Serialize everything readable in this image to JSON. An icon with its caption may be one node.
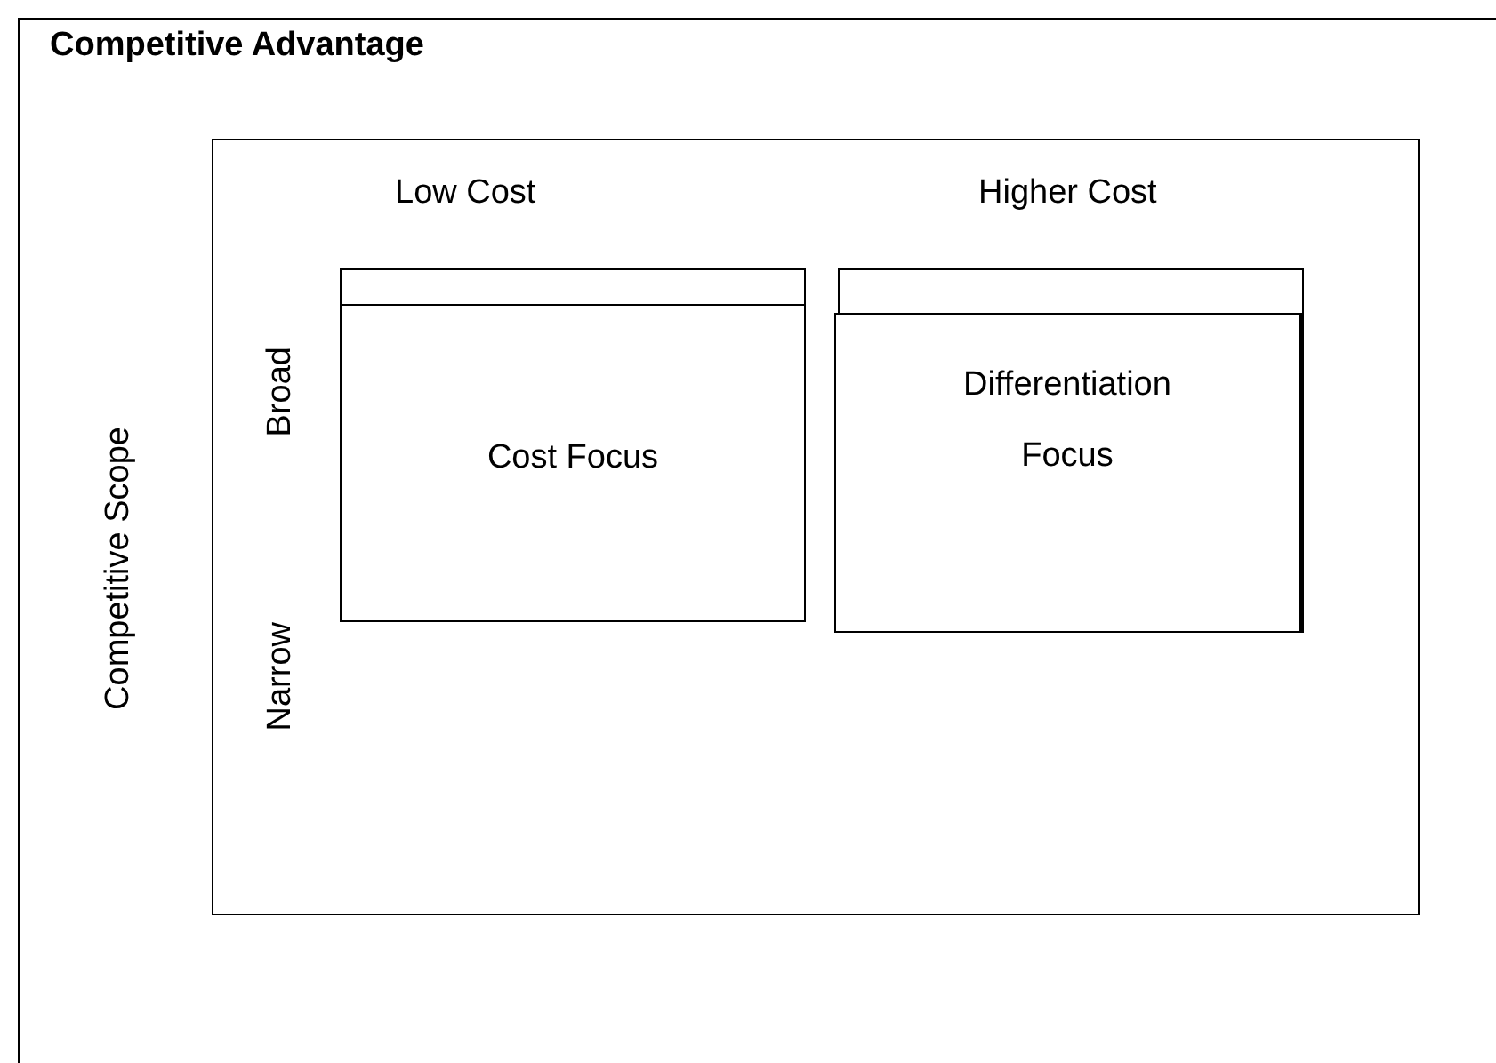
{
  "diagram": {
    "title": "Competitive Advantage",
    "nodes": [
      {
        "text": [],
        "shape": "box"
      },
      {
        "text": [],
        "shape": "box",
        "in": 0
      },
      {
        "text": [],
        "shape": "box",
        "in": 0
      },
      {
        "text": [
          "Cost Focus"
        ],
        "in": 0
      },
      {
        "text": [
          "Differentiation Focus"
        ],
        "in": 0
      }
    ],
    "labels": [
      "Low Cost",
      "Higher Cost",
      "Broad",
      "Narrow",
      "Competitive Scope"
    ]
  }
}
